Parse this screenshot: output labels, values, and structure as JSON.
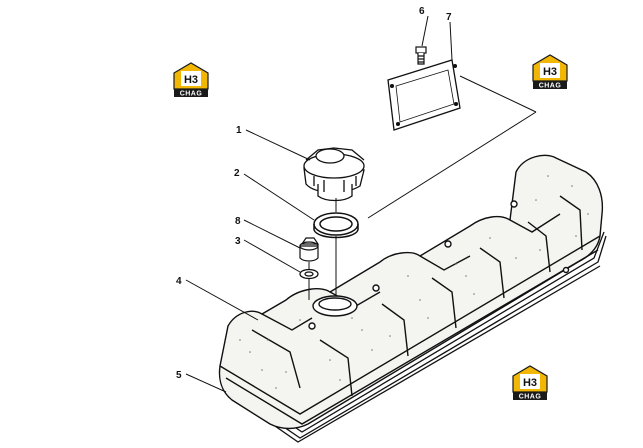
{
  "diagram": {
    "callouts": [
      "1",
      "2",
      "3",
      "4",
      "5",
      "6",
      "7",
      "8"
    ],
    "parts": {
      "oil_filler_cap": "1",
      "cap_seal_ring": "2",
      "washer": "3",
      "valve_cover": "4",
      "cover_gasket": "5",
      "bolt": "6",
      "nameplate": "7",
      "nut": "8"
    }
  },
  "watermark": {
    "top": "H3",
    "bottom": "CHAG",
    "colors": {
      "yellow": "#f2b705",
      "dark": "#1a1a1a"
    }
  }
}
